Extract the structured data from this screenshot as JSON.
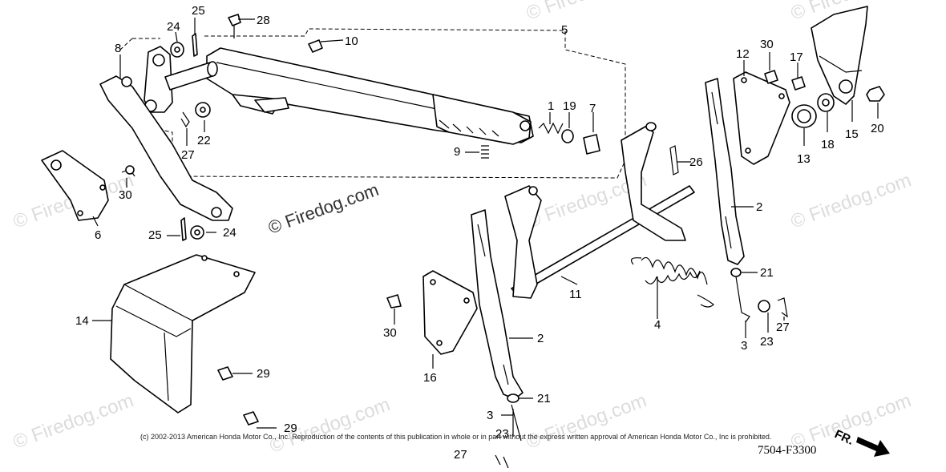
{
  "labels": {
    "l1": "1",
    "l2a": "2",
    "l2b": "2",
    "l3a": "3",
    "l3b": "3",
    "l4": "4",
    "l5": "5",
    "l6": "6",
    "l7": "7",
    "l8": "8",
    "l9": "9",
    "l10": "10",
    "l11": "11",
    "l12": "12",
    "l13": "13",
    "l14": "14",
    "l15": "15",
    "l16": "16",
    "l17": "17",
    "l18": "18",
    "l19": "19",
    "l20": "20",
    "l21a": "21",
    "l21b": "21",
    "l22": "22",
    "l23a": "23",
    "l23b": "23",
    "l24a": "24",
    "l24b": "24",
    "l25a": "25",
    "l25b": "25",
    "l26": "26",
    "l27a": "27",
    "l27b": "27",
    "l27c": "27",
    "l28": "28",
    "l29a": "29",
    "l29b": "29",
    "l30a": "30",
    "l30b": "30",
    "l30c": "30"
  },
  "watermark_center": "© Firedog.com",
  "watermark_tile": "© Firedog.com",
  "copyright": "(c) 2002-2013 American Honda Motor Co., Inc. Reproduction of the contents of this publication in whole or in part without the express written approval of American Honda Motor Co., Inc is prohibited.",
  "fr_label": "FR.",
  "diagram_code": "7504-F3300"
}
